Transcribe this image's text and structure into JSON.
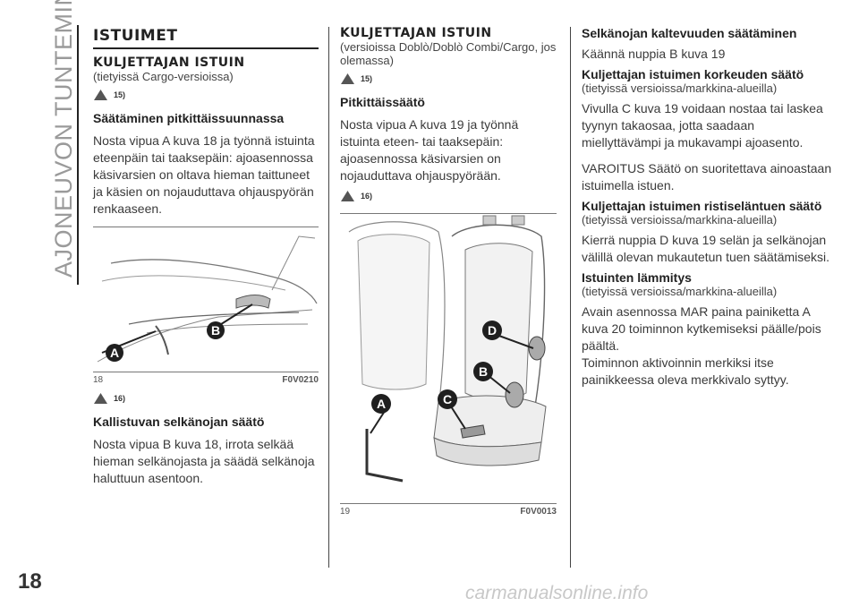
{
  "sidebar_title": "AJONEUVON TUNTEMINEN",
  "page_number": "18",
  "watermark": "carmanualsonline.info",
  "col1": {
    "main_heading": "ISTUIMET",
    "section_heading": "KULJETTAJAN ISTUIN",
    "section_note": "(tietyissä Cargo-versioissa)",
    "warn1": "15)",
    "sub1": "Säätäminen pitkittäissuunnassa",
    "p1": "Nosta vipua A kuva 18 ja työnnä istuinta eteenpäin tai taaksepäin: ajoasennossa käsivarsien on oltava hieman taittuneet ja käsien on nojauduttava ohjauspyörän renkaaseen.",
    "fig_num": "18",
    "fig_code": "F0V0210",
    "fig_labels": [
      "A",
      "B"
    ],
    "warn2": "16)",
    "sub2": "Kallistuvan selkänojan säätö",
    "p2": "Nosta vipua B kuva 18, irrota selkää hieman selkänojasta ja säädä selkänoja haluttuun asentoon."
  },
  "col2": {
    "section_heading": "KULJETTAJAN ISTUIN",
    "section_note": "(versioissa Doblò/Doblò Combi/Cargo, jos olemassa)",
    "warn1": "15)",
    "sub1": "Pitkittäissäätö",
    "p1": "Nosta vipua A kuva 19 ja työnnä istuinta eteen- tai taaksepäin: ajoasennossa käsivarsien on nojauduttava ohjauspyörään.",
    "warn2": "16)",
    "fig_num": "19",
    "fig_code": "F0V0013",
    "fig_labels": [
      "D",
      "B",
      "C",
      "A"
    ]
  },
  "col3": {
    "sub1": "Selkänojan kaltevuuden säätäminen",
    "p1": "Käännä nuppia B kuva 19",
    "sub2": "Kuljettajan istuimen korkeuden säätö",
    "note2": "(tietyissä versioissa/markkina-alueilla)",
    "p2": "Vivulla C kuva 19 voidaan nostaa tai laskea tyynyn takaosaa, jotta saadaan miellyttävämpi ja mukavampi ajoasento.",
    "p3": "VAROITUS Säätö on suoritettava ainoastaan istuimella istuen.",
    "sub3": "Kuljettajan istuimen ristiseläntuen säätö",
    "note3": "(tietyissä versioissa/markkina-alueilla)",
    "p4": "Kierrä nuppia D kuva 19 selän ja selkänojan välillä olevan mukautetun tuen säätämiseksi.",
    "sub4": "Istuinten lämmitys",
    "note4": "(tietyissä versioissa/markkina-alueilla)",
    "p5": "Avain asennossa MAR paina painiketta A kuva 20 toiminnon kytkemiseksi päälle/pois päältä.",
    "p6": "Toiminnon aktivoinnin merkiksi itse painikkeessa oleva merkkivalo syttyy."
  },
  "colors": {
    "badge": "#1f1f1f",
    "rule": "#222222",
    "sidebar_text": "#9a9a9a"
  }
}
